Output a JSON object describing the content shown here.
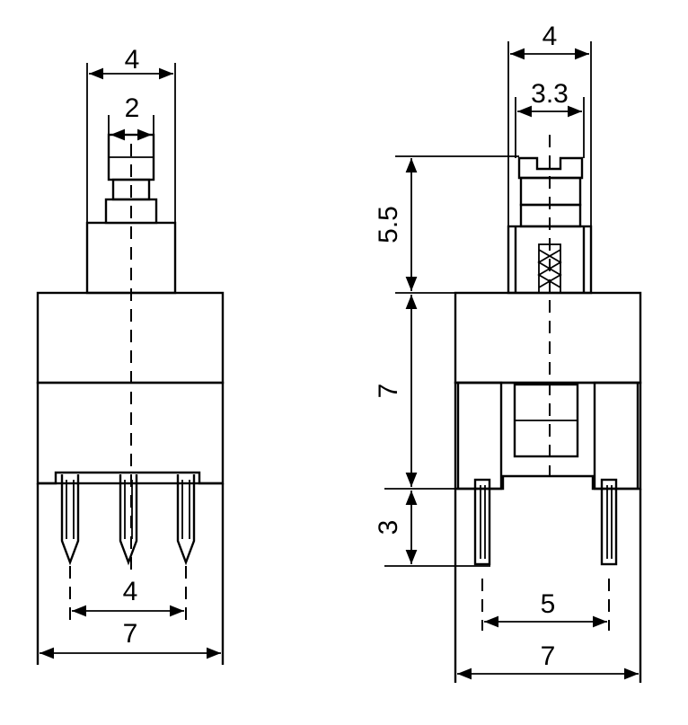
{
  "front_view": {
    "dim_top_outer": "4",
    "dim_top_inner": "2",
    "dim_pin_pitch": "4",
    "dim_body_width": "7"
  },
  "side_view": {
    "dim_top_outer": "4",
    "dim_top_inner": "3.3",
    "dim_stem_height": "5.5",
    "dim_body_height": "7",
    "dim_pin_length": "3",
    "dim_pin_pitch": "5",
    "dim_body_width": "7"
  }
}
